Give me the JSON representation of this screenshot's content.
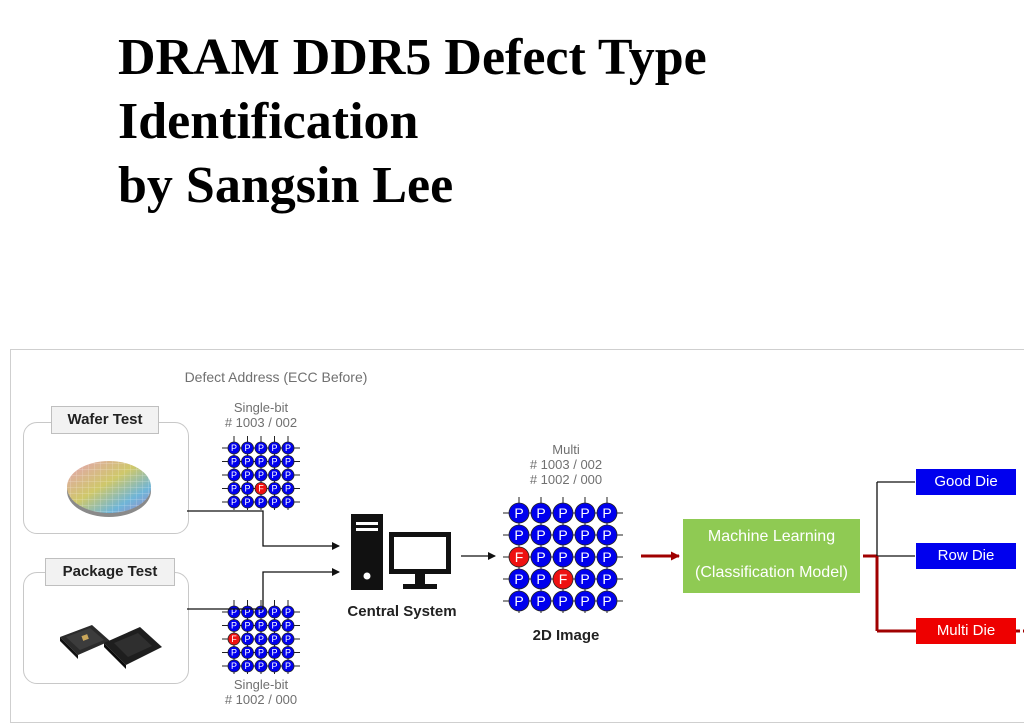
{
  "title": {
    "line1": "DRAM DDR5 Defect Type",
    "line2": "Identification",
    "line3": "by Sangsin Lee"
  },
  "diagram": {
    "defect_address_label": "Defect Address (ECC Before)",
    "wafer_test": {
      "label": "Wafer Test",
      "bitmap_title": "Single-bit",
      "bitmap_address": "# 1003 / 002"
    },
    "package_test": {
      "label": "Package Test",
      "bitmap_title": "Single-bit",
      "bitmap_address": "# 1002 / 000"
    },
    "central_system": {
      "label": "Central System"
    },
    "image_2d": {
      "label": "2D Image",
      "multi_title": "Multi",
      "address_1": "# 1003 / 002",
      "address_2": "# 1002 / 000"
    },
    "machine_learning": {
      "line1": "Machine Learning",
      "line2": "(Classification Model)"
    },
    "results": {
      "good": "Good Die",
      "row": "Row Die",
      "multi": "Multi Die"
    },
    "cell_labels": {
      "pass": "P",
      "fail": "F"
    },
    "colors": {
      "pass_cell": "#0000ee",
      "fail_cell": "#ee1111",
      "ml_box": "#8fca53",
      "good_die": "#0000ee",
      "row_die": "#0000ee",
      "multi_die": "#ee0000",
      "highlight_line": "#a00000"
    },
    "grids": {
      "wafer_fail": [
        [
          3,
          2
        ]
      ],
      "package_fail": [
        [
          2,
          0
        ]
      ],
      "image_fail": [
        [
          2,
          0
        ],
        [
          3,
          2
        ]
      ]
    }
  }
}
